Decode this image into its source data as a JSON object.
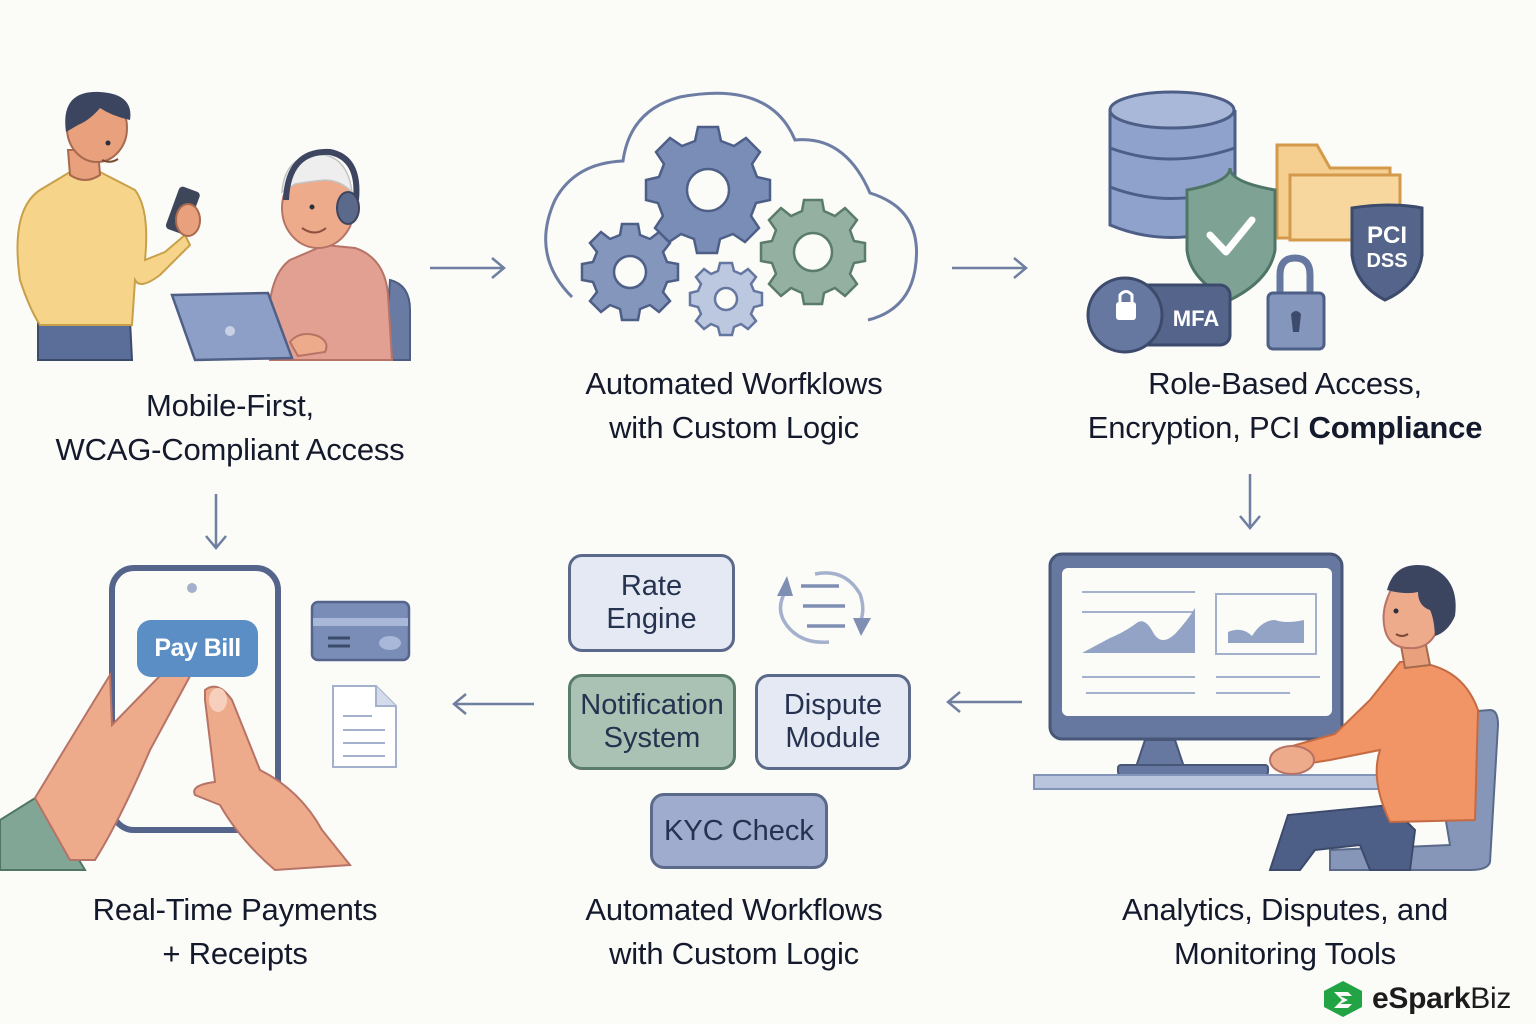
{
  "diagram": {
    "steps": [
      {
        "id": "access",
        "caption_lines": [
          "Mobile-First,",
          "WCAG-Compliant Access"
        ],
        "illustration": "people-using-phone-and-laptop"
      },
      {
        "id": "workflows-top",
        "caption_lines": [
          "Automated Worfklows",
          "with Custom Logic"
        ],
        "illustration": "cloud-with-gears"
      },
      {
        "id": "security",
        "caption_line1": "Role-Based Access,",
        "caption_line2_regular": "Encryption, PCI ",
        "caption_line2_bold": "Compliance",
        "illustration": "security-icons",
        "badges": {
          "mfa": "MFA",
          "pci_line1": "PCI",
          "pci_line2": "DSS"
        }
      },
      {
        "id": "analytics",
        "caption_lines": [
          "Analytics, Disputes, and",
          "Monitoring Tools"
        ],
        "illustration": "person-at-monitor-dashboard"
      },
      {
        "id": "workflows-bottom",
        "caption_lines": [
          "Automated Workflows",
          "with Custom Logic"
        ],
        "modules": [
          {
            "name": "rate-engine",
            "lines": [
              "Rate",
              "Engine"
            ]
          },
          {
            "name": "notification-system",
            "lines": [
              "Notification",
              "System"
            ]
          },
          {
            "name": "dispute-module",
            "lines": [
              "Dispute",
              "Module"
            ]
          },
          {
            "name": "kyc-check",
            "lines": [
              "KYC Check"
            ]
          }
        ]
      },
      {
        "id": "payments",
        "caption_lines": [
          "Real-Time Payments",
          "+ Receipts"
        ],
        "illustration": "hands-tapping-phone",
        "button_label": "Pay Bill"
      }
    ],
    "flow": [
      "access",
      "workflows-top",
      "security",
      "analytics",
      "workflows-bottom",
      "payments"
    ]
  },
  "brand": {
    "name_bold": "eSpark",
    "name_regular": "Biz",
    "color": "#22a444"
  },
  "colors": {
    "background": "#fbfbf8",
    "text": "#141a2c",
    "slate_blue": "#5b6a8a",
    "light_blue": "#8e9fc3",
    "sage_green": "#7f9e8e",
    "tan": "#f5cf8f"
  }
}
